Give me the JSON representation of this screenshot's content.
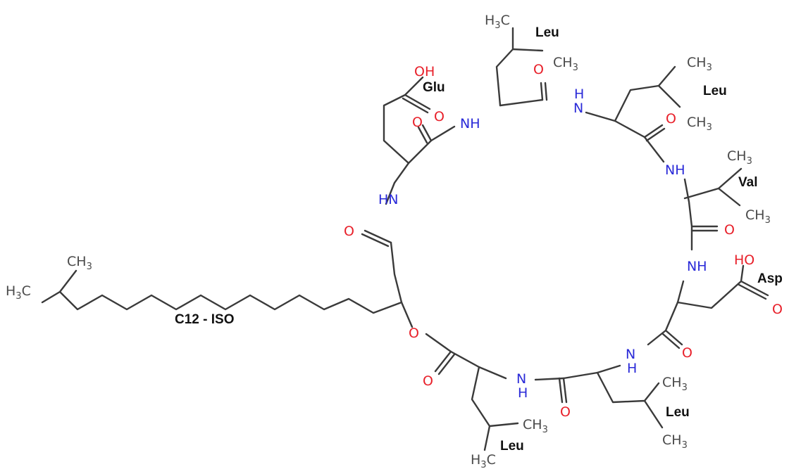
{
  "structure": {
    "residues": {
      "glu": "Glu",
      "leu_top": "Leu",
      "leu_right_top": "Leu",
      "val": "Val",
      "asp": "Asp",
      "leu_bottom_right": "Leu",
      "leu_bottom_left": "Leu"
    },
    "chain_label": "C12 - ISO",
    "atoms": {
      "oxygen": "O",
      "hydroxyl": "OH",
      "hydroxyl_rev": "HO",
      "amine": "NH",
      "amine_rev": "HN",
      "nitrogen": "N",
      "hydrogen": "H",
      "methyl_c": "C",
      "methyl_h": "H",
      "methyl_sub": "3"
    },
    "colors": {
      "oxygen": "#e8202a",
      "nitrogen": "#2a2ad8",
      "carbon": "#4a4a4a",
      "bond": "#3a3a3a"
    }
  }
}
